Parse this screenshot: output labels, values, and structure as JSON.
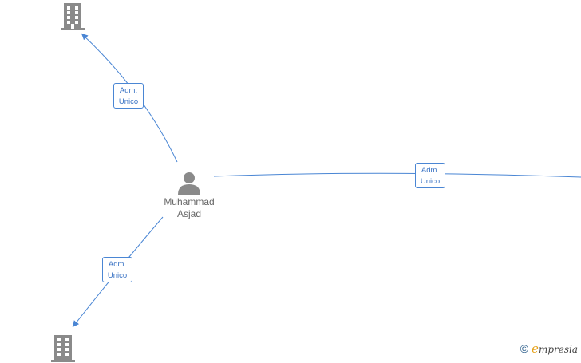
{
  "diagram": {
    "person": {
      "name_line1": "Muhammad",
      "name_line2": "Asjad"
    },
    "edges": [
      {
        "line1": "Adm.",
        "line2": "Unico"
      },
      {
        "line1": "Adm.",
        "line2": "Unico"
      },
      {
        "line1": "Adm.",
        "line2": "Unico"
      }
    ],
    "colors": {
      "edge": "#4a86d4",
      "node": "#8a8a8a"
    }
  },
  "watermark": {
    "symbol": "©",
    "brand_first": "e",
    "brand_rest": "mpresia"
  }
}
